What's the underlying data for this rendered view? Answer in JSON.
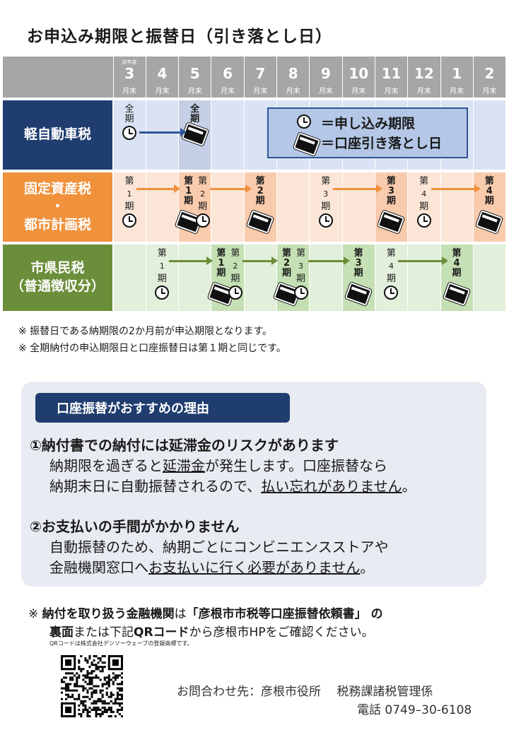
{
  "title": "お申込み期限と振替日（引き落とし日）",
  "colors": {
    "header": "#a6a6a6",
    "kei": "#1f3d6e",
    "kei_light": "#dae3f3",
    "kei_hl": "#c5d0e6",
    "kotei": "#f0913c",
    "kotei_light": "#fbe5d6",
    "kotei_hl": "#f8cbad",
    "shi": "#6b8e3a",
    "shi_light": "#e2efda",
    "shi_hl": "#c5e0b4"
  },
  "months": [
    {
      "pre": "前年度",
      "num": "3",
      "suf": "月末"
    },
    {
      "pre": "",
      "num": "4",
      "suf": "月末"
    },
    {
      "pre": "",
      "num": "5",
      "suf": "月末"
    },
    {
      "pre": "",
      "num": "6",
      "suf": "月末"
    },
    {
      "pre": "",
      "num": "7",
      "suf": "月末"
    },
    {
      "pre": "",
      "num": "8",
      "suf": "月末"
    },
    {
      "pre": "",
      "num": "9",
      "suf": "月末"
    },
    {
      "pre": "",
      "num": "10",
      "suf": "月末"
    },
    {
      "pre": "",
      "num": "11",
      "suf": "月末"
    },
    {
      "pre": "",
      "num": "12",
      "suf": "月末"
    },
    {
      "pre": "",
      "num": "1",
      "suf": "月末"
    },
    {
      "pre": "",
      "num": "2",
      "suf": "月末"
    }
  ],
  "taxes": [
    {
      "label_1": "軽自動車税",
      "label_2": "",
      "label_3": ""
    },
    {
      "label_1": "固定資産税",
      "label_2": "・",
      "label_3": "都市計画税"
    },
    {
      "label_1": "市県民税",
      "label_2": "（普通徴収分）",
      "label_3": ""
    }
  ],
  "schedule_marks": {
    "kei": [
      {
        "month": 0,
        "text": "全期",
        "kind": "apply"
      },
      {
        "month": 2,
        "text": "全期",
        "kind": "debit"
      }
    ],
    "kotei": [
      {
        "month": 0,
        "text": "第1期",
        "kind": "apply"
      },
      {
        "month": 2,
        "text": "第1期",
        "kind": "debit"
      },
      {
        "month": 2,
        "text": "第2期",
        "kind": "apply"
      },
      {
        "month": 4,
        "text": "第2期",
        "kind": "debit"
      },
      {
        "month": 6,
        "text": "第3期",
        "kind": "apply"
      },
      {
        "month": 8,
        "text": "第3期",
        "kind": "debit"
      },
      {
        "month": 9,
        "text": "第4期",
        "kind": "apply"
      },
      {
        "month": 11,
        "text": "第4期",
        "kind": "debit"
      }
    ],
    "shi": [
      {
        "month": 1,
        "text": "第1期",
        "kind": "apply"
      },
      {
        "month": 3,
        "text": "第1期",
        "kind": "debit"
      },
      {
        "month": 3,
        "text": "第2期",
        "kind": "apply"
      },
      {
        "month": 5,
        "text": "第2期",
        "kind": "debit"
      },
      {
        "month": 5,
        "text": "第3期",
        "kind": "apply"
      },
      {
        "month": 7,
        "text": "第3期",
        "kind": "debit"
      },
      {
        "month": 8,
        "text": "第4期",
        "kind": "apply"
      },
      {
        "month": 10,
        "text": "第4期",
        "kind": "debit"
      }
    ]
  },
  "legend": {
    "apply": "＝申し込み期限",
    "debit": "＝口座引き落とし日"
  },
  "notes": [
    "※  振替日である納期限の2か月前が申込期限となります。",
    "※  全期納付の申込期限日と口座振替日は第１期と同じです。"
  ],
  "reasons": {
    "heading": "口座振替がおすすめの理由",
    "r1_title": "①納付書での納付には延滞金のリスクがあります",
    "r1_l1_a": "納期限を過ぎると",
    "r1_l1_u": "延滞金",
    "r1_l1_b": "が発生します。口座振替なら",
    "r1_l2_a": "納期末日に自動振替されるので、",
    "r1_l2_u": "払い忘れがありません",
    "r1_l2_b": "。",
    "r2_title": "②お支払いの手間がかかりません",
    "r2_l1": "自動振替のため、納期ごとにコンビニエンスストアや",
    "r2_l2_a": "金融機関窓口へ",
    "r2_l2_u": "お支払いに行く必要がありません",
    "r2_l2_b": "。"
  },
  "footer": {
    "l1_a": "※  ",
    "l1_b": "納付を取り扱う金融機関",
    "l1_c": "は",
    "l1_d": "「彦根市市税等口座振替依頼書」 の",
    "l2_a": "裏面",
    "l2_b": "または下記",
    "l2_c": "QRコード",
    "l2_d": "から彦根市HPをご確認ください。",
    "qr_note": "QRコードは株式会社デンソーウェーブの登録商標です。",
    "contact": "お問合わせ先：彦根市役所　 税務課諸税管理係",
    "phone": "電話 0749–30-6108"
  }
}
